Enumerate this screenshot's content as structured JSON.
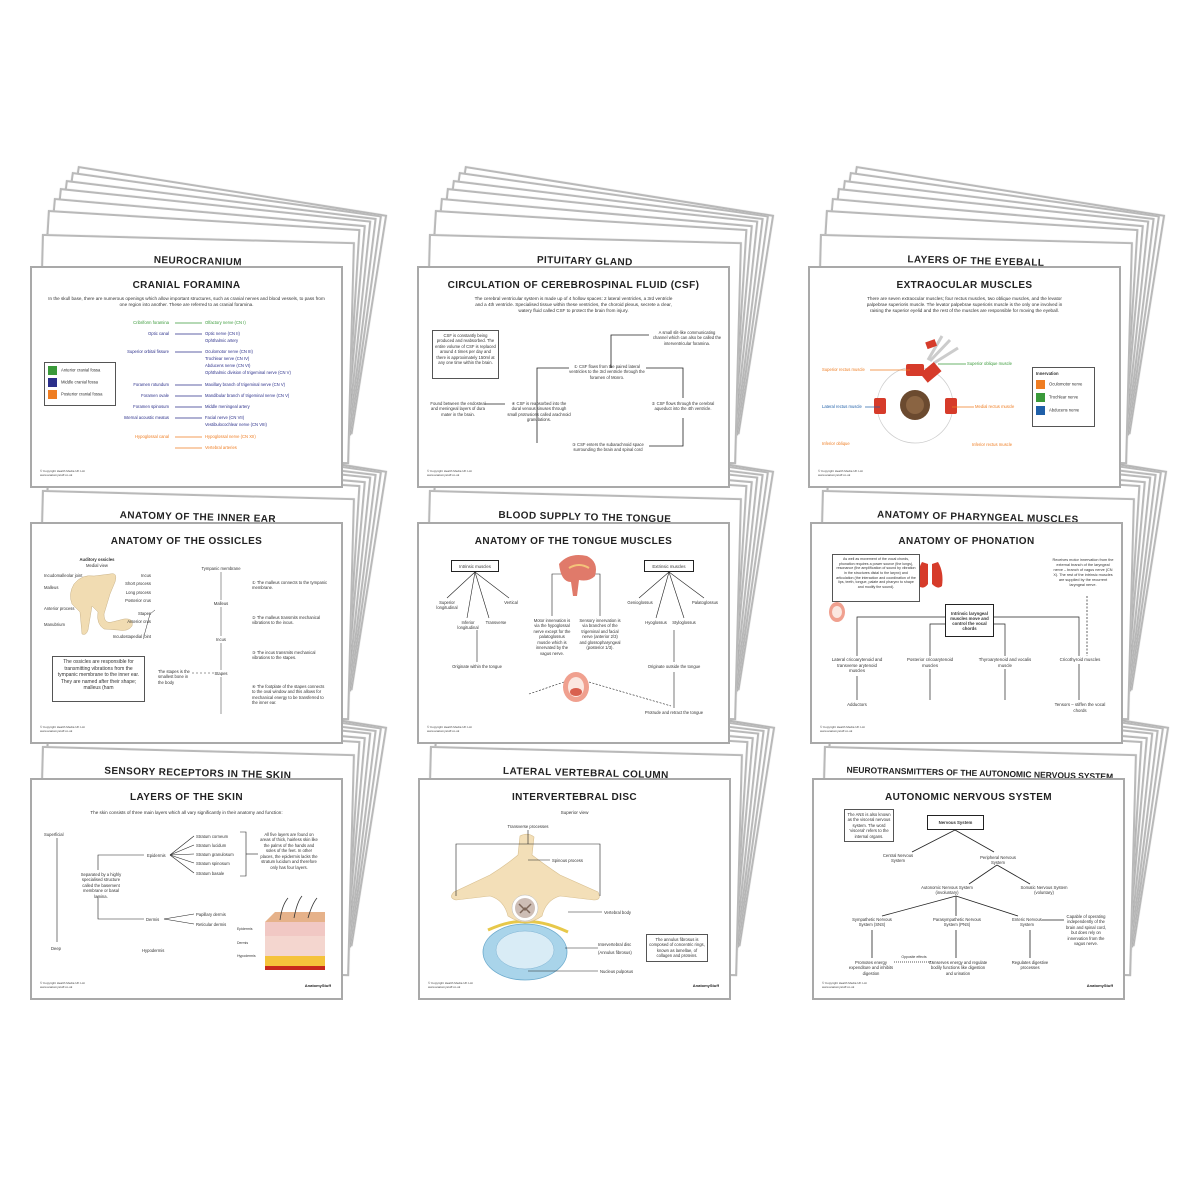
{
  "colors": {
    "anterior": "#3a9a3a",
    "middle": "#2b2f8a",
    "posterior": "#ef7d22",
    "oculomotor": "#ef7d22",
    "trochlear": "#3a9a3a",
    "abducens": "#1f5fa8"
  },
  "footer": {
    "copyright": "© Copyright Health Media UK Ltd.",
    "website": "www.anatomystuff.co.uk",
    "logo": "AnatomyStuff"
  },
  "cards": {
    "cranial": {
      "back_title": "NEUROCRANIUM",
      "title": "CRANIAL FORAMINA",
      "desc": "In the skull base, there are numerous openings which allow important structures, such as cranial nerves and blood vessels, to pass from one region into another. These are referred to as cranial foramina.",
      "rows": [
        {
          "from": "Cribriform foramina",
          "to": [
            "Olfactory nerve (CN I)"
          ]
        },
        {
          "from": "Optic canal",
          "to": [
            "Optic nerve (CN II)",
            "Ophthalmic artery"
          ]
        },
        {
          "from": "Superior orbital fissure",
          "to": [
            "Oculomotor nerve (CN III)",
            "Trochlear nerve (CN IV)",
            "Abducens nerve (CN VI)",
            "Ophthalmic division of trigeminal nerve (CN V)"
          ]
        },
        {
          "from": "Foramen rotundum",
          "to": [
            "Maxillary branch of trigeminal nerve (CN V)"
          ]
        },
        {
          "from": "Foramen ovale",
          "to": [
            "Mandibular branch of trigeminal nerve (CN V)"
          ]
        },
        {
          "from": "Foramen spinosum",
          "to": [
            "Middle meningeal artery"
          ]
        },
        {
          "from": "Internal acoustic meatus",
          "to": [
            "Facial nerve (CN VII)",
            "Vestibulocochlear nerve (CN VIII)"
          ]
        },
        {
          "from": "Hypoglossal canal",
          "to": [
            "Hypoglossal nerve (CN XII)"
          ]
        },
        {
          "from": "",
          "to": [
            "Vertebral arteries"
          ]
        }
      ],
      "legend": [
        "Anterior cranial fossa",
        "Middle cranial fossa",
        "Posterior cranial fossa"
      ]
    },
    "csf": {
      "back_title": "PITUITARY GLAND",
      "title": "CIRCULATION OF CEREBROSPINAL FLUID (CSF)",
      "desc": "The cerebral ventricular system is made up of 4 hollow spaces: 2 lateral ventricles, a 3rd ventricle and a 4th ventricle. Specialised tissue within these ventricles, the choroid plexus, secrete a clear, watery fluid called CSF to protect the brain from injury.",
      "box": "CSF is constantly being produced and reabsorbed. The entire volume of CSF is replaced around 4 times per day and there is approximately 150ml at any one time within the brain.",
      "step1": "① CSF flows from the paired lateral ventricles to the 3rd ventricle through the foramen of Monro.",
      "slit": "A small slit-like communicating channel which can also be called the interventricular foramina.",
      "step2": "② CSF flows through the cerebral aqueduct into the 4th ventricle.",
      "step3": "③ CSF enters the subarachnoid space surrounding the brain and spinal cord",
      "step4": "④ CSF is reabsorbed into the dural venous sinuses through small protrusions called arachnoid granulations.",
      "found": "Found between the endosteal and meningeal layers of dura mater in the brain."
    },
    "eye": {
      "back_title": "LAYERS OF THE EYEBALL",
      "title": "EXTRAOCULAR MUSCLES",
      "desc": "There are seven extraocular muscles; four rectus muscles, two oblique muscles, and the levator palpebrae superioris muscle. The levator palpebrae superioris muscle is the only one involved in raising the superior eyelid and the rest of the muscles are responsible for moving the eyeball.",
      "labels": {
        "superior_rectus": "Superior rectus muscle",
        "superior_oblique": "Superior oblique muscle",
        "lateral_rectus": "Lateral rectus muscle",
        "medial_rectus": "Medial rectus muscle",
        "inferior_oblique": "Inferior oblique",
        "inferior_rectus": "Inferior rectus muscle"
      },
      "legend_title": "Innervation",
      "legend": [
        "Oculomotor nerve",
        "Trochlear nerve",
        "Abducens nerve"
      ]
    },
    "ossicles": {
      "back_title": "ANATOMY OF THE INNER EAR",
      "title": "ANATOMY OF THE OSSICLES",
      "diagram_title": "Auditory ossicles",
      "diagram_sub": "Medial view",
      "left_labels": [
        "Incudomalleolar joint",
        "Malleus",
        "Anterior process",
        "Manubrium"
      ],
      "right_labels": [
        "Incus",
        "Short process",
        "Long process",
        "Posterior crus",
        "Stapes",
        "Anterior crus",
        "Incudostapedial joint"
      ],
      "flow": [
        "Tympanic membrane",
        "Malleus",
        "Incus",
        "Stapes"
      ],
      "stapes_note": "The stapes is the smallest bone in the body",
      "steps": [
        "① The malleus connects to the tympanic membrane.",
        "② The malleus transmits mechanical vibrations to the incus.",
        "③ The incus transmits mechanical vibrations to the stapes.",
        "④ The footplate of the stapes connects to the oval window and this allows for mechanical energy to be transferred to the inner ear."
      ],
      "box": "The ossicles are responsible for transmitting vibrations from the tympanic membrane to the inner ear. They are named after their shape; malleus (ham"
    },
    "tongue": {
      "back_title": "BLOOD SUPPLY TO THE TONGUE",
      "title": "ANATOMY OF THE TONGUE MUSCLES",
      "intrinsic": "Intrinsic muscles",
      "intrinsic_items": [
        "Superior longitudinal",
        "Inferior longitudinal",
        "Transverse",
        "Vertical"
      ],
      "intrinsic_origin": "Originate within the tongue",
      "extrinsic": "Extrinsic muscles",
      "extrinsic_items": [
        "Genioglossus",
        "Hyoglossus",
        "Styloglossus",
        "Palatoglossus"
      ],
      "extrinsic_origin": "Originate outside the tongue",
      "extrinsic_action": "Protrude and retract the tongue",
      "motor": "Motor innervation is via the hypoglossal nerve except for the palatoglossus muscle which is innervated by the vagus nerve.",
      "sensory": "Sensory innervation is via branches of the trigeminal and facial nerve (anterior 2/3) and glossopharyngeal (posterior 1/3)."
    },
    "phonation": {
      "back_title": "ANATOMY OF PHARYNGEAL MUSCLES",
      "title": "ANATOMY OF PHONATION",
      "left_box": "As well as movement of the vocal chords, phonation requires a power source (the lungs), resonance (the amplification of sound by vibration in the structures distal to the larynx) and articulation (the interaction and coordination of the lips, teeth, tongue, palate and pharynx to shape and modify the sound).",
      "right_note": "Receives motor innervation from the external branch of the laryngeal nerve – branch of vagus nerve (CN X). The rest of the intrinsic muscles are supplied by the recurrent laryngeal nerve.",
      "center": "Intrinsic laryngeal muscles move and control the vocal chords",
      "children": [
        "Lateral cricoarytenoid and transverse arytenoid muscles",
        "Posterior cricoarytenoid muscles",
        "Thyroarytenoid and vocalis muscle",
        "Cricothyroid muscles"
      ],
      "outcome_first": "Adductors",
      "outcome_last": "Tensors – stiffen the vocal chords"
    },
    "skin": {
      "back_title": "SENSORY RECEPTORS IN THE SKIN",
      "title": "LAYERS OF THE SKIN",
      "desc": "The skin consists of three main layers which all vary significantly in their anatomy and function:",
      "superficial": "Superficial",
      "deep": "Deep",
      "epidermis": "Epidermis",
      "strata": [
        "Stratum corneum",
        "Stratum lucidum",
        "Stratum granulosum",
        "Stratum spinosum",
        "Stratum basale"
      ],
      "strata_note": "All five layers are found on areas of thick, hairless skin like the palms of the hands and soles of the feet. In other places, the epidermis lacks the stratum lucidum and therefore only has four layers.",
      "separated": "Separated by a highly specialised structure called the basement membrane or basal lamina.",
      "dermis": "Dermis",
      "dermis_layers": [
        "Papillary dermis",
        "Reticular dermis"
      ],
      "hypodermis": "Hypodermis",
      "image_labels": [
        "Epidermis",
        "Dermis",
        "Hypodermis"
      ]
    },
    "disc": {
      "back_title": "LATERAL VERTEBRAL COLUMN",
      "title": "INTERVERTEBRAL DISC",
      "subtitle": "Superior view",
      "labels": {
        "transverse": "Transverse processes",
        "spinous": "Spinous process",
        "body": "Vertebral body",
        "disc": "Intervertebral disc",
        "annulus": "(Annulus fibrosus)",
        "nucleus": "Nucleus pulposus"
      },
      "box": "The annulus fibrosus is composed of concentric rings, known as lamellae, of collagen and proteins."
    },
    "ans": {
      "back_title": "NEUROTRANSMITTERS OF THE AUTONOMIC NERVOUS SYSTEM",
      "title": "AUTONOMIC NERVOUS SYSTEM",
      "box": "The ANS is also known as the visceral nervous system. The word 'visceral' refers to the internal organs.",
      "root": "Nervous System",
      "cns": "Central Nervous System",
      "pns": "Peripheral Nervous System",
      "autonomic": "Autonomic Nervous System (involuntary)",
      "somatic": "Somatic Nervous System (voluntary)",
      "sympathetic": "Sympathetic Nervous System (SNS)",
      "parasympathetic": "Parasympathetic Nervous System (PNS)",
      "enteric": "Enteric Nervous System",
      "enteric_note": "Capable of operating independently of the brain and spinal cord, but does rely on innervation from the vagus nerve.",
      "promotes": "Promotes energy expenditure and inhibits digestion",
      "opposite": "Opposite effects",
      "conserves": "Conserves energy and regulate bodily functions like digestion and urination",
      "regulates": "Regulates digestive processes"
    }
  }
}
